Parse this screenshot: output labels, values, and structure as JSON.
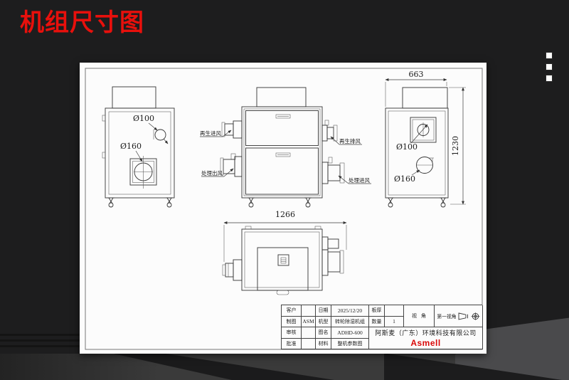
{
  "page": {
    "title": "机组尺寸图",
    "accent_red": "#e8100c",
    "dots_count": 3
  },
  "sheet": {
    "dim_width_top": "663",
    "dim_height_right": "1230",
    "dim_width_bottom": "1266",
    "dia_100": "Ø100",
    "dia_160": "Ø160",
    "port_labels": {
      "regen_in": "再生进风",
      "process_out": "处理出风",
      "regen_out": "再生排风",
      "process_in": "处理进风"
    }
  },
  "title_block": {
    "customer_label": "客户",
    "customer_value": "",
    "date_label": "日期",
    "date_value": "2025/12/20",
    "thickness_label": "板厚",
    "thickness_value": "",
    "view_angle_label": "视角",
    "view_angle_value": "第一视角",
    "drafter_label": "制图",
    "drafter_value": "ASM",
    "model_label": "机型",
    "model_value": "转轮除湿机组",
    "qty_label": "数量",
    "qty_value": "1",
    "checker_label": "审核",
    "checker_value": "",
    "figure_label": "图名",
    "figure_value": "ADHD-600",
    "approver_label": "批准",
    "approver_value": "",
    "material_label": "材料",
    "material_value": "整机参数图",
    "company": "阿斯麦（广东）环境科技有限公司",
    "logo": "Asmell"
  }
}
